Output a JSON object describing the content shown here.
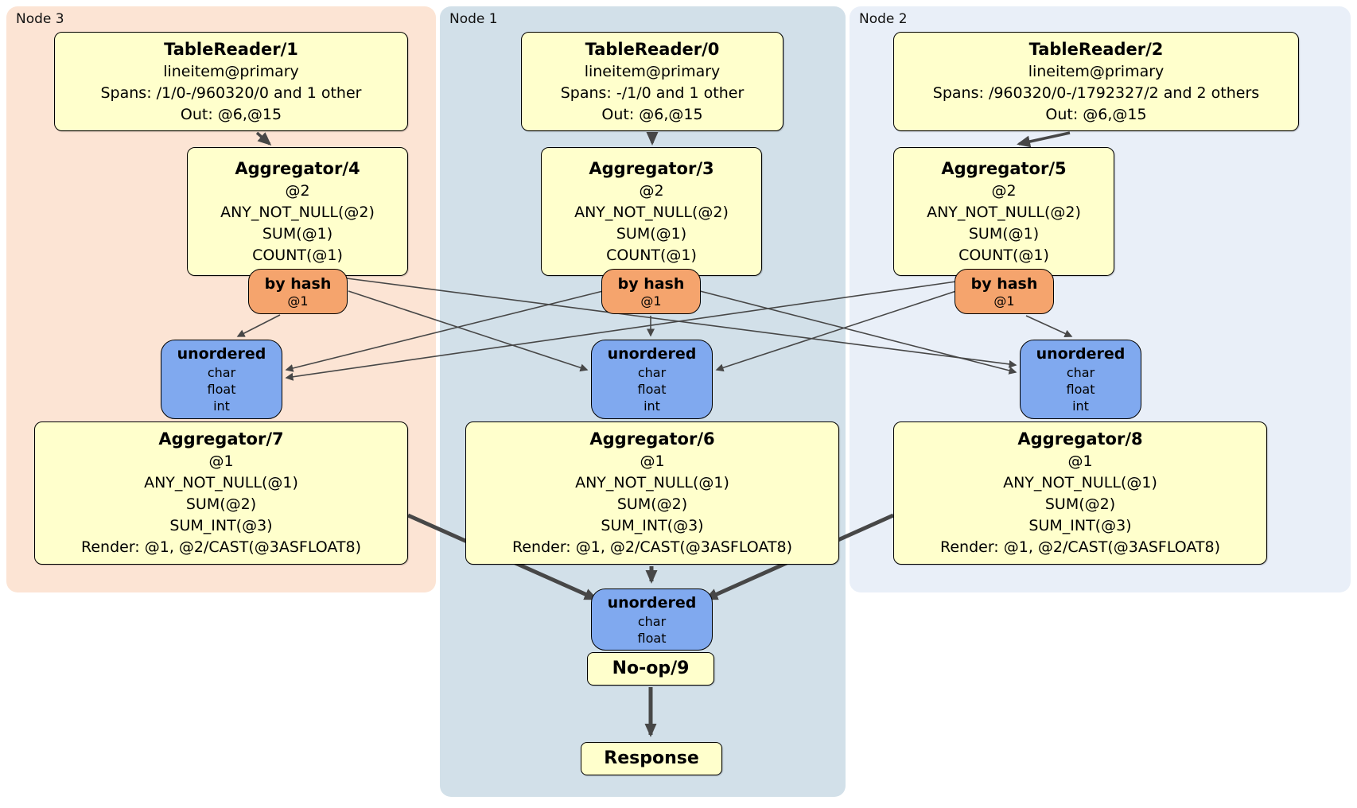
{
  "regions": {
    "node3": {
      "label": "Node 3"
    },
    "node1": {
      "label": "Node 1"
    },
    "node2": {
      "label": "Node 2"
    }
  },
  "processors": {
    "tr1": {
      "title": "TableReader/1",
      "lines": [
        "lineitem@primary",
        "Spans: /1/0-/960320/0 and 1 other",
        "Out: @6,@15"
      ]
    },
    "tr0": {
      "title": "TableReader/0",
      "lines": [
        "lineitem@primary",
        "Spans: -/1/0 and 1 other",
        "Out: @6,@15"
      ]
    },
    "tr2": {
      "title": "TableReader/2",
      "lines": [
        "lineitem@primary",
        "Spans: /960320/0-/1792327/2 and 2 others",
        "Out: @6,@15"
      ]
    },
    "agg4": {
      "title": "Aggregator/4",
      "lines": [
        "@2",
        "ANY_NOT_NULL(@2)",
        "SUM(@1)",
        "COUNT(@1)"
      ]
    },
    "agg3": {
      "title": "Aggregator/3",
      "lines": [
        "@2",
        "ANY_NOT_NULL(@2)",
        "SUM(@1)",
        "COUNT(@1)"
      ]
    },
    "agg5": {
      "title": "Aggregator/5",
      "lines": [
        "@2",
        "ANY_NOT_NULL(@2)",
        "SUM(@1)",
        "COUNT(@1)"
      ]
    },
    "agg7": {
      "title": "Aggregator/7",
      "lines": [
        "@1",
        "ANY_NOT_NULL(@1)",
        "SUM(@2)",
        "SUM_INT(@3)",
        "Render: @1, @2/CAST(@3ASFLOAT8)"
      ]
    },
    "agg6": {
      "title": "Aggregator/6",
      "lines": [
        "@1",
        "ANY_NOT_NULL(@1)",
        "SUM(@2)",
        "SUM_INT(@3)",
        "Render: @1, @2/CAST(@3ASFLOAT8)"
      ]
    },
    "agg8": {
      "title": "Aggregator/8",
      "lines": [
        "@1",
        "ANY_NOT_NULL(@1)",
        "SUM(@2)",
        "SUM_INT(@3)",
        "Render: @1, @2/CAST(@3ASFLOAT8)"
      ]
    },
    "noop": {
      "title": "No-op/9"
    },
    "response": {
      "title": "Response"
    }
  },
  "routers": {
    "node3": {
      "title": "by hash",
      "detail": "@1"
    },
    "node1": {
      "title": "by hash",
      "detail": "@1"
    },
    "node2": {
      "title": "by hash",
      "detail": "@1"
    }
  },
  "syncs": {
    "node3": {
      "title": "unordered",
      "columns": [
        "char",
        "float",
        "int"
      ]
    },
    "node1": {
      "title": "unordered",
      "columns": [
        "char",
        "float",
        "int"
      ]
    },
    "node2": {
      "title": "unordered",
      "columns": [
        "char",
        "float",
        "int"
      ]
    },
    "final": {
      "title": "unordered",
      "columns": [
        "char",
        "float"
      ]
    }
  },
  "colors": {
    "node3_bg": "#fce4d4",
    "node1_bg": "#d2e0e9",
    "node2_bg": "#e9eff8",
    "processor_fill": "#ffffcc",
    "router_fill": "#f5a46d",
    "sync_fill": "#80a9ef",
    "edge": "#474747",
    "border": "#000000"
  }
}
